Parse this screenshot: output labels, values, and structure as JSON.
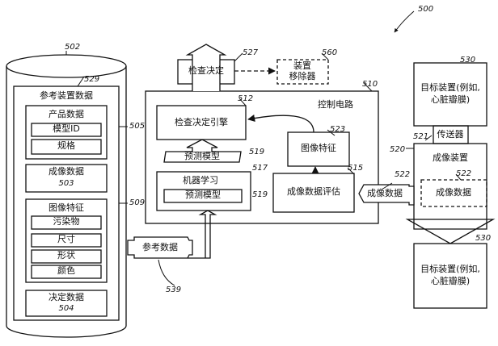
{
  "refs": {
    "fig": "500",
    "db": "502",
    "ref_data": "529",
    "product": "505",
    "image_feat_box": "509",
    "inspect_decision": "527",
    "remover": "560",
    "control": "510",
    "engine": "512",
    "model_block": "519",
    "ml": "517",
    "model_inner": "519",
    "image_feat_out": "523",
    "eval": "515",
    "imaging_data_arrow": "522",
    "imaging_data_inner": "522",
    "imaging_device": "520",
    "conveyor": "521",
    "target_top": "530",
    "target_bottom": "530",
    "ref_data_arrow": "539"
  },
  "database": {
    "title": "参考装置数据",
    "product_data": {
      "label": "产品数据",
      "items": [
        "模型ID",
        "规格"
      ]
    },
    "imaging_data": {
      "label": "成像数据",
      "ref": "503"
    },
    "image_features": {
      "label": "图像特征",
      "items": [
        "污染物",
        "尺寸",
        "形状",
        "颜色"
      ]
    },
    "decision_data": {
      "label": "决定数据",
      "ref": "504"
    }
  },
  "control_circuit": {
    "label": "控制电路",
    "engine": "检查决定引擎",
    "predict_model_block": "预测模型",
    "machine_learning": "机器学习",
    "predict_model_inner": "预测模型",
    "image_features": "图像特征",
    "imaging_eval": "成像数据评估"
  },
  "inspection_decision": "检查决定",
  "device_remover": [
    "装置",
    "移除器"
  ],
  "reference_data": "参考数据",
  "imaging_data_arrow": "成像数据",
  "imaging_device": {
    "label": "成像装置",
    "inner": "成像数据"
  },
  "conveyor": "传送器",
  "target_top": [
    "目标装置(例如,",
    "心脏瓣膜)"
  ],
  "target_bottom": [
    "目标装置(例如,",
    "心脏瓣膜)"
  ]
}
